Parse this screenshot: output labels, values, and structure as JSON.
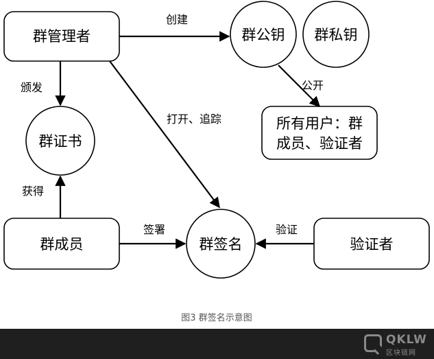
{
  "nodes": {
    "manager": "群管理者",
    "public_key": "群公钥",
    "private_key": "群私钥",
    "all_users": [
      "所有用户：群",
      "成员、验证者"
    ],
    "certificate": "群证书",
    "member": "群成员",
    "signature": "群签名",
    "verifier": "验证者"
  },
  "edges": {
    "create": "创建",
    "issue": "颁发",
    "open_trace": "打开、追踪",
    "publish": "公开",
    "obtain": "获得",
    "sign": "签署",
    "verify": "验证"
  },
  "caption": "图3 群签名示意图",
  "watermark": {
    "logo_text": "QKLW",
    "sub_text": "区块链网"
  }
}
